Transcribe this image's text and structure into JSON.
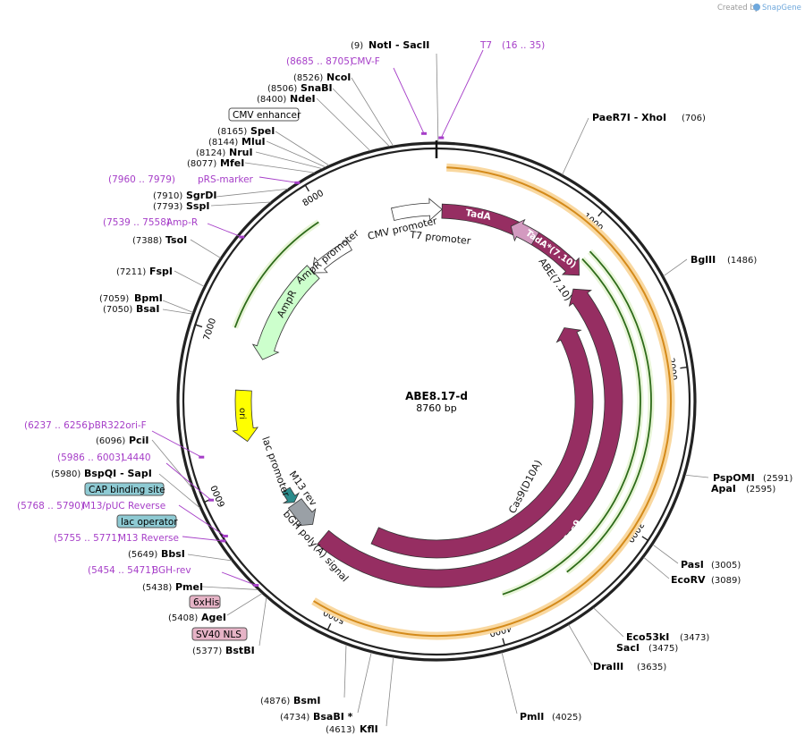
{
  "credit": {
    "text": "Created by",
    "brand": "SnapGene"
  },
  "center": {
    "name": "ABE8.17-d",
    "size": "8760 bp"
  },
  "plasmid": {
    "length": 8760
  },
  "colors": {
    "enzyme_line": "#888888",
    "primer": "#a63ec8",
    "cds": "#962e62",
    "cds_light": "#d39ac0",
    "orf_orange": "#f5a623",
    "green_orf": "#7dbd3d",
    "ori": "#ffff00",
    "ampr": "#ccffcc",
    "promoter": "#ffffff",
    "terminator": "#9aa0a6",
    "cap": "#8ecad3",
    "his": "#e6b3c6"
  },
  "ticks": [
    {
      "pos": 1000,
      "label": "1000"
    },
    {
      "pos": 2000,
      "label": "2000"
    },
    {
      "pos": 3000,
      "label": "3000"
    },
    {
      "pos": 4000,
      "label": "4000"
    },
    {
      "pos": 5000,
      "label": "5000"
    },
    {
      "pos": 6000,
      "label": "6000"
    },
    {
      "pos": 7000,
      "label": "7000"
    },
    {
      "pos": 8000,
      "label": "8000"
    }
  ],
  "enzymes": [
    {
      "name": "NotI  - SacII",
      "num": "(9)"
    },
    {
      "name": "PaeR7I  - XhoI",
      "num": "(706)"
    },
    {
      "name": "BglII",
      "num": "(1486)"
    },
    {
      "name": "PspOMI",
      "num": "(2591)"
    },
    {
      "name": "ApaI",
      "num": "(2595)"
    },
    {
      "name": "PasI",
      "num": "(3005)"
    },
    {
      "name": "EcoRV",
      "num": "(3089)"
    },
    {
      "name": "Eco53kI",
      "num": "(3473)"
    },
    {
      "name": "SacI",
      "num": "(3475)"
    },
    {
      "name": "DraIII",
      "num": "(3635)"
    },
    {
      "name": "PmlI",
      "num": "(4025)"
    },
    {
      "name": "KflI",
      "num": "(4613)"
    },
    {
      "name": "BsaBI *",
      "num": "(4734)"
    },
    {
      "name": "BsmI",
      "num": "(4876)"
    },
    {
      "name": "BstBI",
      "num": "(5377)"
    },
    {
      "name": "AgeI",
      "num": "(5408)"
    },
    {
      "name": "PmeI",
      "num": "(5438)"
    },
    {
      "name": "BbsI",
      "num": "(5649)"
    },
    {
      "name": "BspQI  - SapI",
      "num": "(5980)"
    },
    {
      "name": "PciI",
      "num": "(6096)"
    },
    {
      "name": "BsaI",
      "num": "(7050)"
    },
    {
      "name": "BpmI",
      "num": "(7059)"
    },
    {
      "name": "FspI",
      "num": "(7211)"
    },
    {
      "name": "TsoI",
      "num": "(7388)"
    },
    {
      "name": "SspI",
      "num": "(7793)"
    },
    {
      "name": "SgrDI",
      "num": "(7910)"
    },
    {
      "name": "MfeI",
      "num": "(8077)"
    },
    {
      "name": "NruI",
      "num": "(8124)"
    },
    {
      "name": "MluI",
      "num": "(8144)"
    },
    {
      "name": "SpeI",
      "num": "(8165)"
    },
    {
      "name": "NdeI",
      "num": "(8400)"
    },
    {
      "name": "SnaBI",
      "num": "(8506)"
    },
    {
      "name": "NcoI",
      "num": "(8526)"
    }
  ],
  "primers": [
    {
      "name": "T7",
      "range": "(16 .. 35)"
    },
    {
      "name": "CMV-F",
      "range": "(8685 .. 8705)"
    },
    {
      "name": "pRS-marker",
      "range": "(7960 .. 7979)"
    },
    {
      "name": "Amp-R",
      "range": "(7539 .. 7558)"
    },
    {
      "name": "pBR322ori-F",
      "range": "(6237 .. 6256)"
    },
    {
      "name": "L4440",
      "range": "(5986 .. 6003)"
    },
    {
      "name": "M13/pUC Reverse",
      "range": "(5768 .. 5790)"
    },
    {
      "name": "M13 Reverse",
      "range": "(5755 .. 5771)"
    },
    {
      "name": "BGH-rev",
      "range": "(5454 .. 5471)"
    }
  ],
  "boxed": [
    {
      "name": "CMV enhancer"
    },
    {
      "name": "CAP binding site"
    },
    {
      "name": "lac operator"
    },
    {
      "name": "6xHis"
    },
    {
      "name": "SV40 NLS"
    }
  ],
  "features": {
    "tada": "TadA",
    "tada7": "TadA*(7.10)",
    "abe": "ABE(7.10)",
    "cas9_outer": "Cas9",
    "cas9_inner": "Cas9(D10A)",
    "cmv_promoter": "CMV promoter",
    "t7_promoter": "T7 promoter",
    "ampr_promoter": "AmpR promoter",
    "ampr": "AmpR",
    "ori": "ori",
    "lac_promoter": "lac promoter",
    "m13_rev": "M13 rev",
    "bgh": "bGH poly(A) signal"
  }
}
